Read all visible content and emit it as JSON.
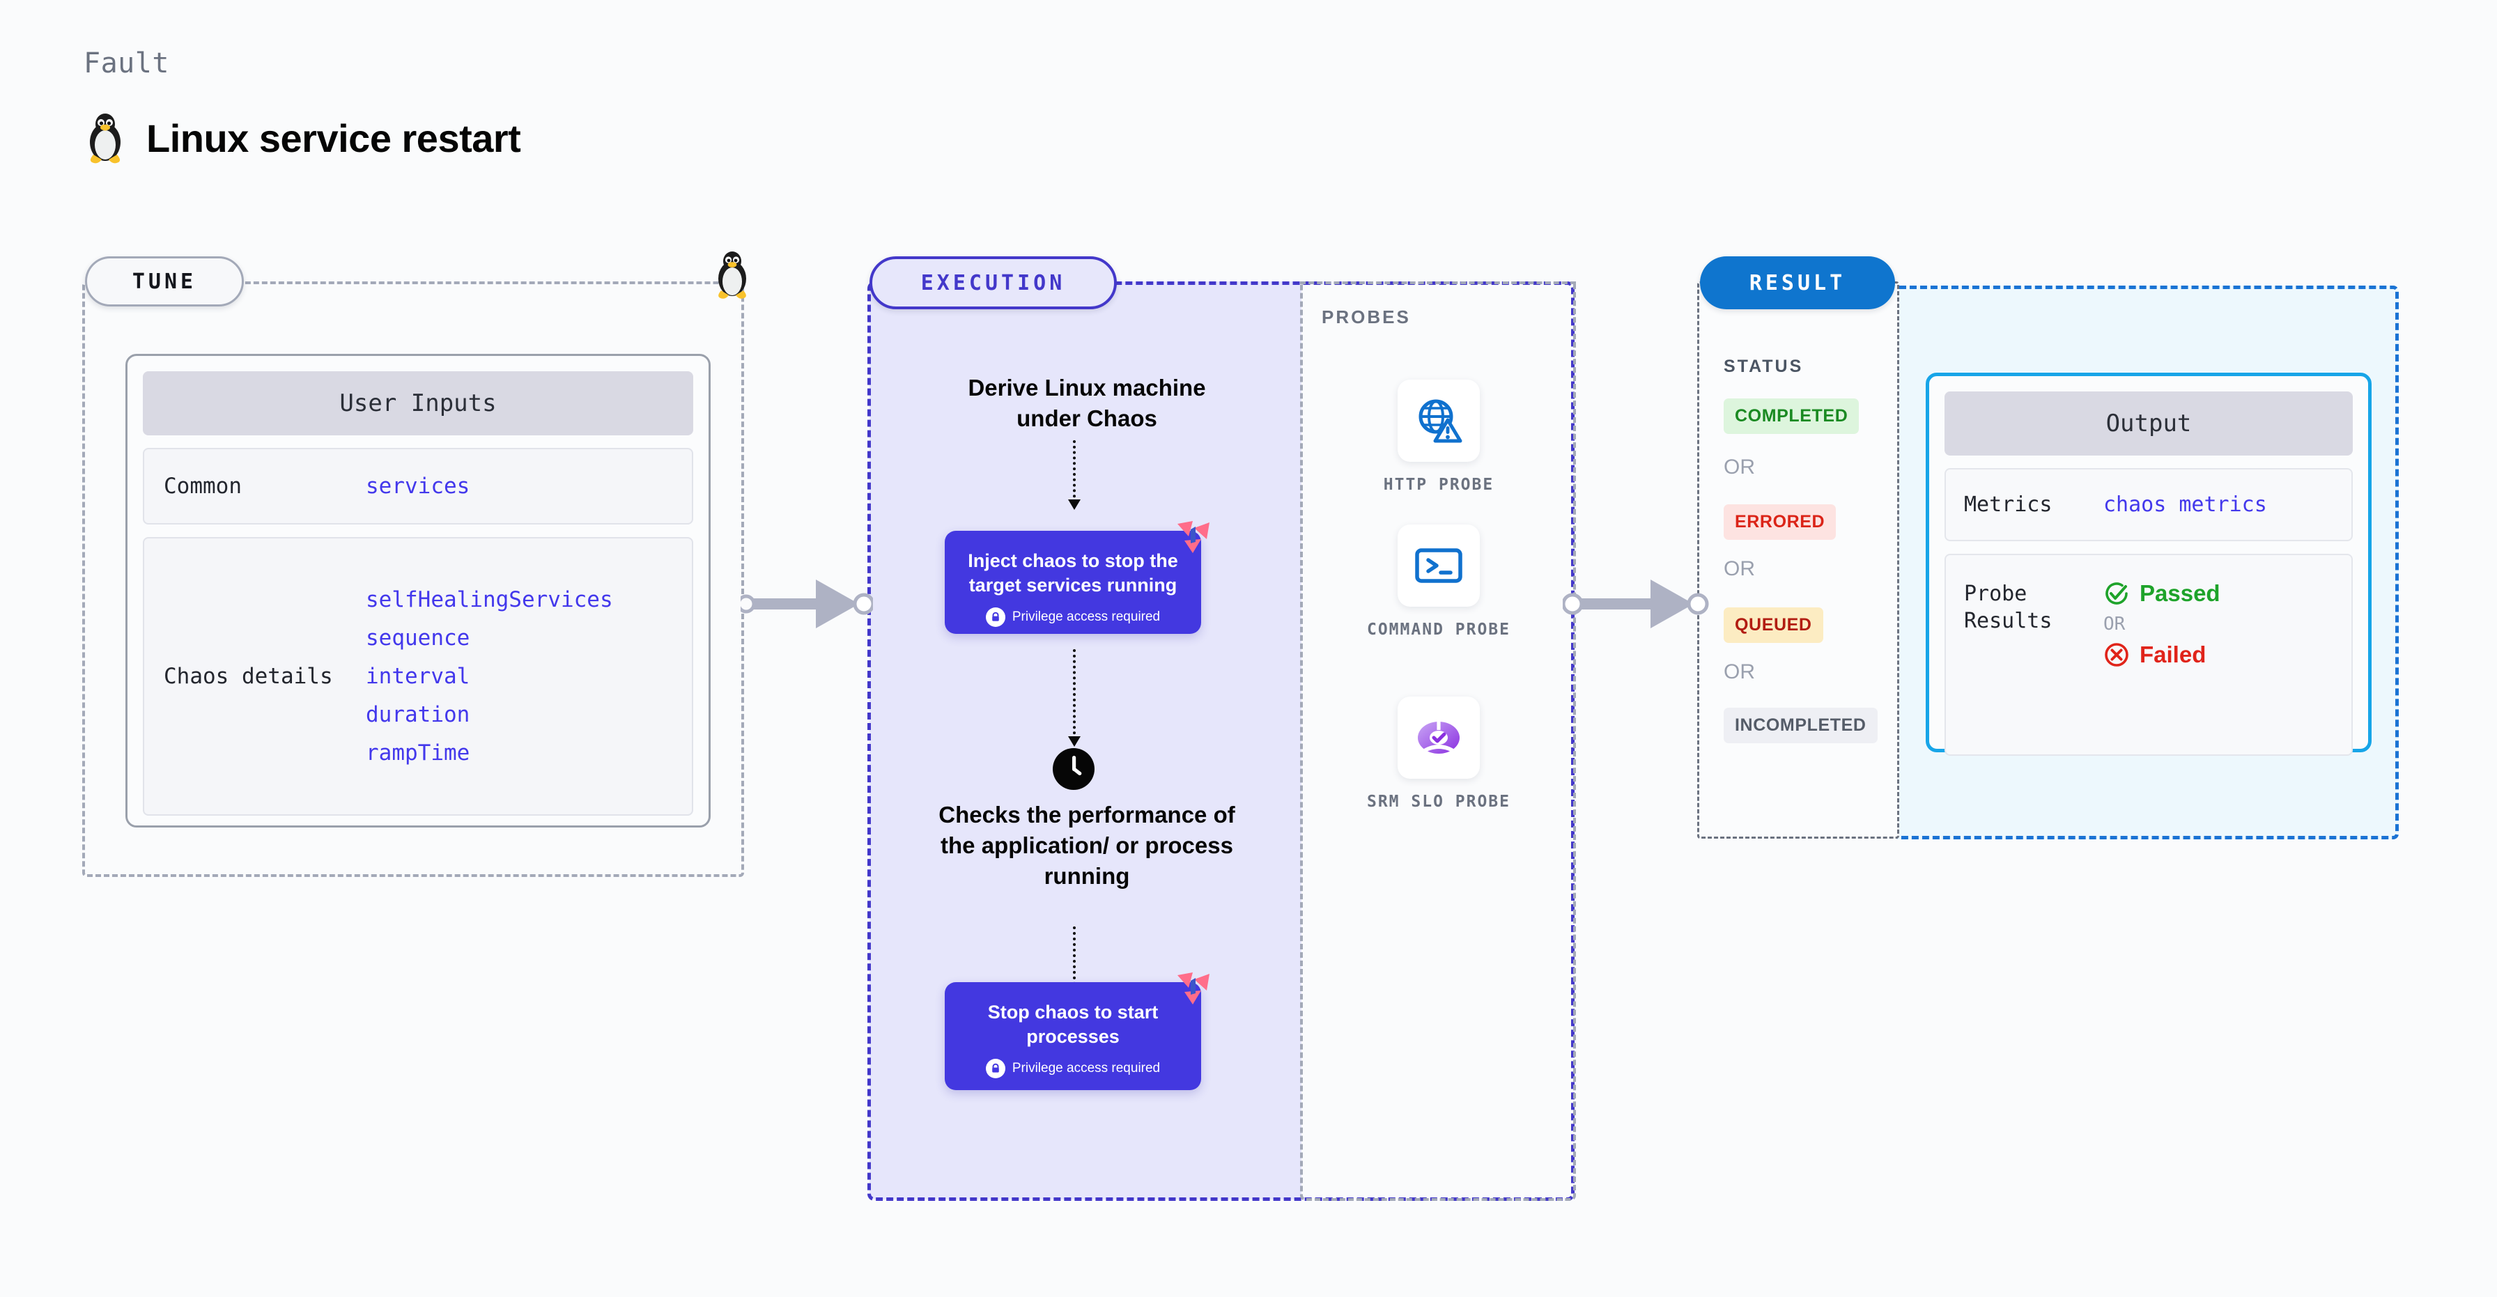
{
  "header": {
    "kicker": "Fault",
    "title": "Linux service restart",
    "icon": "tux-penguin-icon"
  },
  "tune": {
    "pill_label": "TUNE",
    "boundary_icon": "tux-penguin-icon",
    "card": {
      "title": "User Inputs",
      "rows": [
        {
          "label": "Common",
          "values": [
            "services"
          ]
        },
        {
          "label": "Chaos details",
          "values": [
            "selfHealingServices",
            "sequence",
            "interval",
            "duration",
            "rampTime"
          ]
        }
      ]
    }
  },
  "execution": {
    "pill_label": "EXECUTION",
    "steps": [
      {
        "type": "text",
        "label": "Derive Linux machine\nunder Chaos"
      },
      {
        "type": "chaos",
        "label": "Inject chaos to stop the target services running",
        "privilege": "Privilege access required",
        "badge": "harness-logo-icon",
        "lock": "lock-icon"
      },
      {
        "type": "timed",
        "icon": "clock-icon",
        "label": "Checks the\nperformance of\nthe application/ or\nprocess running"
      },
      {
        "type": "chaos",
        "label": "Stop chaos to start processes",
        "privilege": "Privilege access required",
        "badge": "harness-logo-icon",
        "lock": "lock-icon"
      }
    ],
    "step_texts": {
      "derive_line1": "Derive Linux machine",
      "derive_line2": "under Chaos",
      "inject_label": "Inject chaos to stop the target services running",
      "inject_priv": "Privilege access required",
      "checks_label": "Checks the performance of the application/ or process running",
      "stop_label": "Stop chaos to start processes",
      "stop_priv": "Privilege access required"
    }
  },
  "probes": {
    "title": "PROBES",
    "items": [
      {
        "label": "HTTP PROBE",
        "icon": "globe-warning-icon"
      },
      {
        "label": "COMMAND PROBE",
        "icon": "terminal-prompt-icon"
      },
      {
        "label": "SRM SLO PROBE",
        "icon": "slo-donut-check-icon"
      }
    ]
  },
  "result": {
    "pill_label": "RESULT",
    "status_title": "STATUS",
    "or_label": "OR",
    "statuses": [
      {
        "label": "COMPLETED",
        "color": "#1a8a22",
        "bg": "#ddf5dd"
      },
      {
        "label": "ERRORED",
        "color": "#db2418",
        "bg": "#fde3e1"
      },
      {
        "label": "QUEUED",
        "color": "#b21d12",
        "bg": "#fcecc2"
      },
      {
        "label": "INCOMPLETED",
        "color": "#555c68",
        "bg": "#eeeff4"
      }
    ],
    "output": {
      "title": "Output",
      "metrics_label": "Metrics",
      "metrics_value": "chaos metrics",
      "probe_results_label": "Probe Results",
      "passed_label": "Passed",
      "failed_label": "Failed",
      "or_label": "OR",
      "passed_icon": "check-circle-icon",
      "failed_icon": "x-circle-icon"
    }
  },
  "colors": {
    "indigo": "#4338ca",
    "chaos_box": "#4338e0",
    "result_blue": "#0f75ce",
    "output_border": "#17a5e8",
    "probe_blue": "#1071ce",
    "harness_pink": "#ff6d8a",
    "pass_green": "#1ea32a",
    "fail_red": "#e0241a"
  }
}
